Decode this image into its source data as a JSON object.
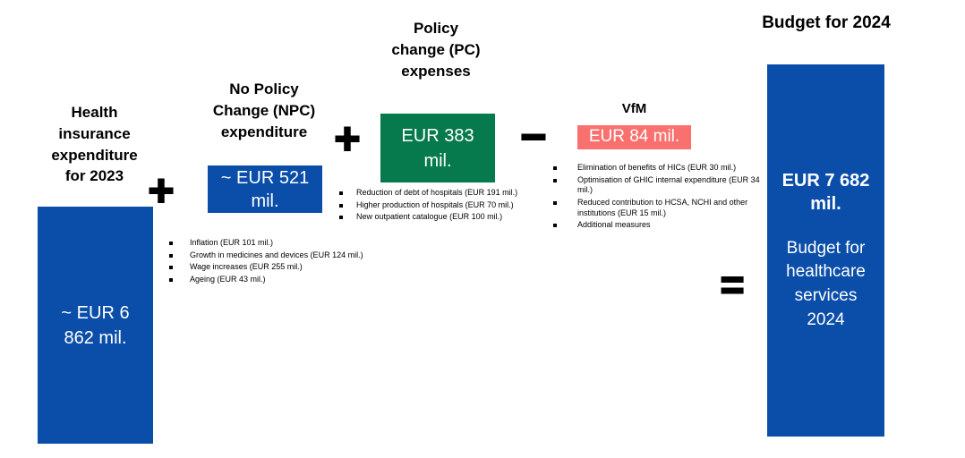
{
  "colors": {
    "bar_blue": "#0B4EA9",
    "bar_green": "#067A4C",
    "bar_red": "#F8716E",
    "text_white": "#FFFFFF",
    "text_black": "#000000"
  },
  "diagram": {
    "health_expenditure_2023": {
      "heading_lines": [
        "Health",
        "insurance",
        "expenditure",
        "for 2023"
      ],
      "box_value_lines": [
        "~ EUR 6",
        "862 mil."
      ],
      "box_color": "#0B4EA9"
    },
    "operator_plus_1": "+",
    "npc_expenditure": {
      "heading_lines": [
        "No Policy",
        "Change (NPC)",
        "expenditure"
      ],
      "box_value_lines": [
        "~ EUR 521",
        "mil."
      ],
      "box_color": "#0B4EA9",
      "bullets": [
        "Inflation (EUR 101 mil.)",
        "Growth in medicines and devices (EUR 124 mil.)",
        "Wage increases (EUR 255 mil.)",
        "Ageing (EUR 43 mil.)"
      ]
    },
    "operator_plus_2": "+",
    "pc_expenses": {
      "heading_lines": [
        "Policy",
        "change (PC)",
        "expenses"
      ],
      "box_value_lines": [
        "EUR 383",
        "mil."
      ],
      "box_color": "#067A4C",
      "bullets": [
        "Reduction of debt of hospitals (EUR 191 mil.)",
        "Higher production of hospitals (EUR 70 mil.)",
        "New outpatient catalogue (EUR 100 mil.)"
      ]
    },
    "operator_minus": "−",
    "vfm": {
      "heading": "VfM",
      "box_value": "EUR 84 mil.",
      "box_color": "#F8716E",
      "bullets": [
        "Elimination of benefits of HICs (EUR 30 mil.)",
        "Optimisation of GHIC internal expenditure (EUR 34 mil.)",
        "Reduced contribution to HCSA, NCHI and other institutions (EUR 15 mil.)",
        "Additional measures"
      ]
    },
    "operator_equals": "=",
    "budget_2024": {
      "heading": "Budget for 2024",
      "box_value_lines": [
        "EUR 7 682",
        "mil."
      ],
      "box_caption_lines": [
        "Budget for",
        "healthcare",
        "services",
        "2024"
      ],
      "box_color": "#0B4EA9"
    }
  }
}
